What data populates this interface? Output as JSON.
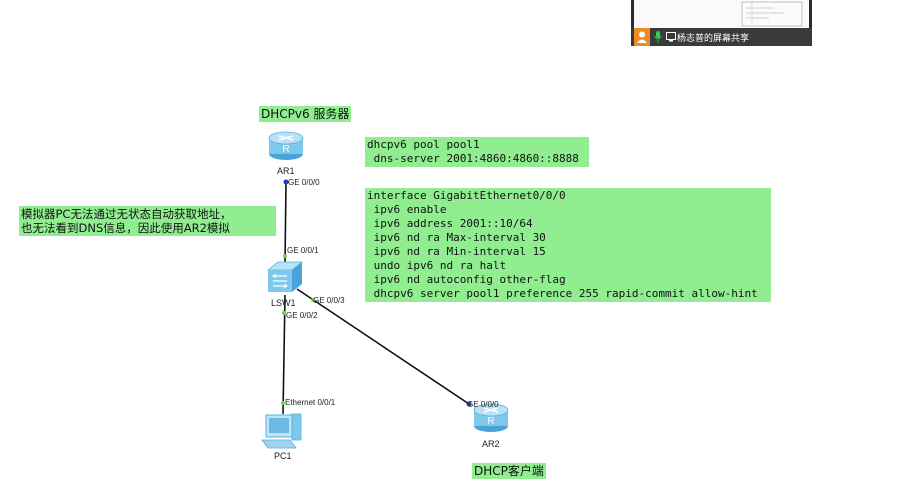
{
  "screen_share": {
    "label": "杨志普的屏幕共享"
  },
  "notes": {
    "dhcp_server": "DHCPv6 服务器",
    "dhcp_client": "DHCP客户端",
    "pool_config": "dhcpv6 pool pool1\n dns-server 2001:4860:4860::8888",
    "interface_config": "interface GigabitEthernet0/0/0\n ipv6 enable\n ipv6 address 2001::10/64\n ipv6 nd ra Max-interval 30\n ipv6 nd ra Min-interval 15\n undo ipv6 nd ra halt\n ipv6 nd autoconfig other-flag\n dhcpv6 server pool1 preference 255 rapid-commit allow-hint",
    "simulator_note": "模拟器PC无法通过无状态自动获取地址，\n也无法看到DNS信息，因此使用AR2模拟"
  },
  "devices": {
    "ar1": "AR1",
    "lsw1": "LSW1",
    "pc1": "PC1",
    "ar2": "AR2",
    "router_glyph": "R"
  },
  "ports": {
    "ar1_ge000": "GE 0/0/0",
    "lsw1_ge001": "GE 0/0/1",
    "lsw1_ge002": "GE 0/0/2",
    "lsw1_ge003": "GE 0/0/3",
    "pc1_eth": "Ethernet 0/0/1",
    "ar2_ge000": "GE 0/0/0"
  },
  "colors": {
    "note_bg": "#90ee90",
    "link": "#111111",
    "port_dot_up": "#2f8f2f",
    "port_dot_blue": "#1f3fbf",
    "router_body": "#7ec8ec"
  }
}
